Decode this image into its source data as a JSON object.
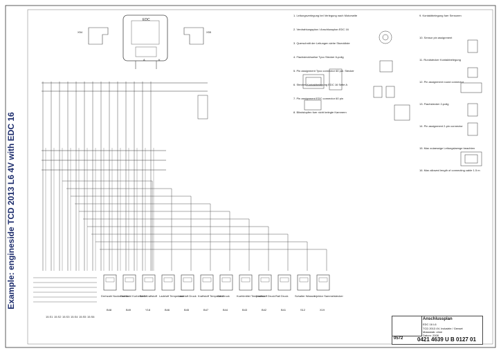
{
  "title": "Example: engineside TCD 2013 L6 4V with EDC 16",
  "ecu_label": "EDC",
  "ecu_side_labels": [
    "A",
    "K"
  ],
  "connector_labels": {
    "left": "X54",
    "right": "X55"
  },
  "legend": [
    "1. Leitungsverlegung bei Verlegung nach Motorseite",
    "2. Verdrahtungsplan / Anschlussplan EDC 16",
    "3. Querschnitt der Leitungen siehe Stueckliste",
    "4. Flachsteckhuelse Tyco Stecker 6-polig",
    "5. Pin assignment Tyco connector 60 pol. Stecker",
    "6. Stecker Kontaktbelegung EDC 16 Seite A",
    "7. Pin assignment EDC connector 60 pin",
    "8. Blindstopfen fuer nicht belegte Kammern"
  ],
  "legend_right": [
    "9. Kontaktbelegung fuer Sensoren",
    "10. Sensor pin assignment",
    "11. Rundstecker Kontaktbelegung",
    "12. Pin assignment round connector",
    "13. Flachstecker 2-polig",
    "14. Pin assignment 2-pin connector",
    "15. Max zulaessige Leitungslaenge beachten",
    "16. Max allowed length of connecting cable 1.5 m"
  ],
  "sensors": [
    {
      "label": "Drehzahl Nockenwelle",
      "code": "B48"
    },
    {
      "label": "Drehzahl Kurbelwelle",
      "code": "B49"
    },
    {
      "label": "Stell Kraftstoff",
      "code": "Y18"
    },
    {
      "label": "Ladeluft Temperatur",
      "code": "B46"
    },
    {
      "label": "Ladeluft Druck",
      "code": "B45"
    },
    {
      "label": "Kraftstoff Temperatur",
      "code": "B47"
    },
    {
      "label": "Oel Druck",
      "code": "B44"
    },
    {
      "label": "Kuehlmittel Temperatur",
      "code": "B43"
    },
    {
      "label": "Kraftstoff Druck",
      "code": "B42"
    },
    {
      "label": "Rail Druck",
      "code": "B41"
    },
    {
      "label": "Schalter Wasser",
      "code": "S12"
    },
    {
      "label": "Injektor Sammelstecker",
      "code": "X19"
    }
  ],
  "wire_cols": [
    "1",
    "2",
    "3",
    "4",
    "5",
    "6",
    "7",
    "8",
    "9",
    "10",
    "11",
    "12",
    "13",
    "14"
  ],
  "wire_labels": [
    "15.S1",
    "15.S2",
    "15.S3",
    "15.S4",
    "15.S5",
    "15.S6"
  ],
  "title_block": {
    "title": "Anschlussplan",
    "subtitle": "EDC 16 L6",
    "lines": [
      "TCD 2013 4V, Industrie / Genset",
      "Massstab: ohne",
      "Datum: 2008"
    ],
    "code": "0572",
    "number": "0421 4639 U B 0127 01"
  },
  "colors": {
    "ink": "#222222",
    "title": "#1b2b6b",
    "paper": "#ffffff"
  }
}
